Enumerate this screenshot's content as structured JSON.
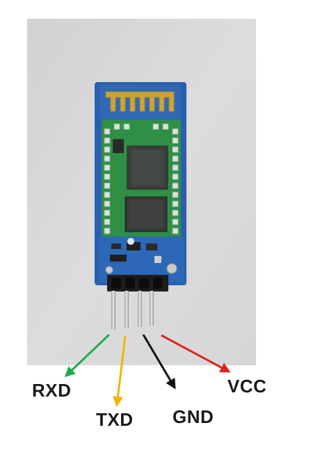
{
  "labels": {
    "rxd": "RXD",
    "txd": "TXD",
    "gnd": "GND",
    "vcc": "VCC"
  },
  "colors": {
    "rxd_arrow": "#1faa4f",
    "txd_arrow": "#f2b300",
    "gnd_arrow": "#111111",
    "vcc_arrow": "#e0221f",
    "pcb_green": "#2f8f45",
    "pcb_blue": "#2a5fb0",
    "antenna_gold": "#c9a43a",
    "photo_background": "#d8d8d8"
  },
  "icons": {
    "module": "bluetooth-module-photo",
    "chip_main": "ic-chip",
    "chip_flash": "ic-chip",
    "header": "pin-header"
  }
}
